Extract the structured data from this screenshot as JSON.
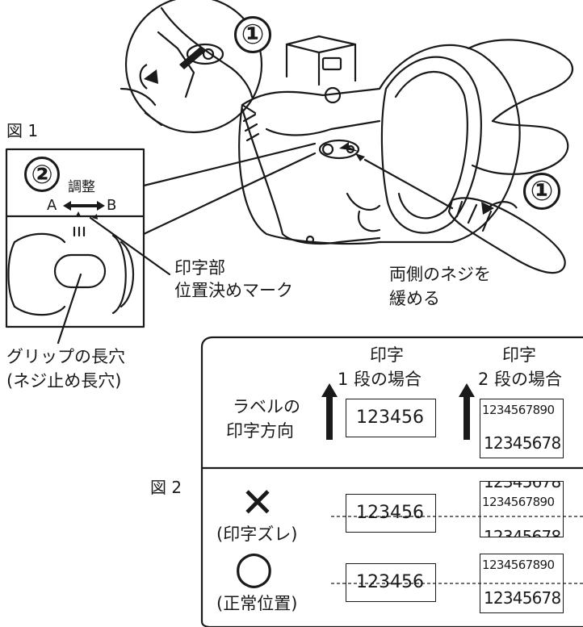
{
  "fig1": {
    "label": "図 1",
    "step_circle": "②",
    "adjust_label": "調整",
    "a_label": "A",
    "b_label": "B",
    "mark_label_line1": "印字部",
    "mark_label_line2": "位置決めマーク",
    "grip_label_line1": "グリップの長穴",
    "grip_label_line2": "(ネジ止め長穴)"
  },
  "device": {
    "step_circle_top": "①",
    "step_circle_right": "①",
    "screw_label_line1": "両側のネジを",
    "screw_label_line2": "緩める"
  },
  "fig2": {
    "label": "図 2",
    "col1_header_line1": "印字",
    "col1_header_line2": "1 段の場合",
    "col2_header_line1": "印字",
    "col2_header_line2": "2 段の場合",
    "row_label_line1": "ラベルの",
    "row_label_line2": "印字方向",
    "one_row_text": "123456",
    "two_row_text_top": "1234567890",
    "two_row_text_bottom": "12345678",
    "wrong_symbol": "✕",
    "wrong_label": "(印字ズレ)",
    "right_symbol": "○",
    "right_label": "(正常位置)"
  }
}
